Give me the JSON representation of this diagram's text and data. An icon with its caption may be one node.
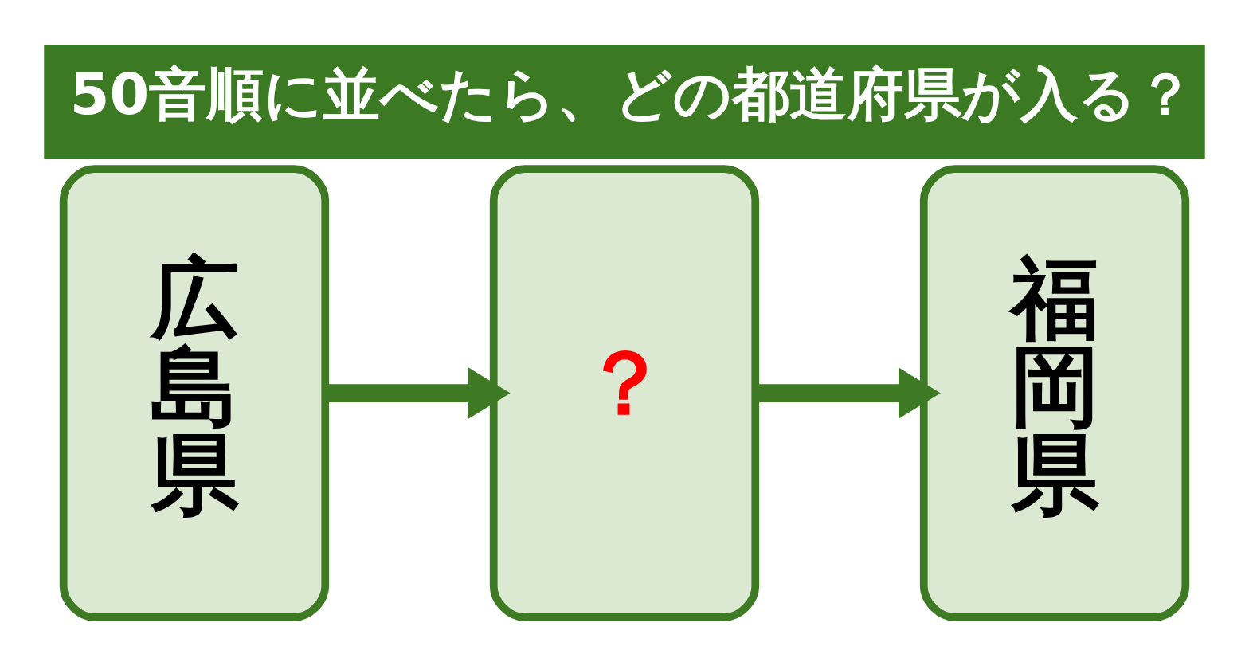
{
  "diagram": {
    "title": "50音順に並べたら、どの都道府県が入る？",
    "nodes": [
      {
        "text": [
          "広島県"
        ]
      },
      {
        "text": [
          "？"
        ]
      },
      {
        "text": [
          "福岡県"
        ]
      }
    ],
    "edges": [
      {
        "from": 0,
        "to": 1,
        "arrow": "to"
      },
      {
        "from": 1,
        "to": 2,
        "arrow": "to"
      }
    ]
  }
}
